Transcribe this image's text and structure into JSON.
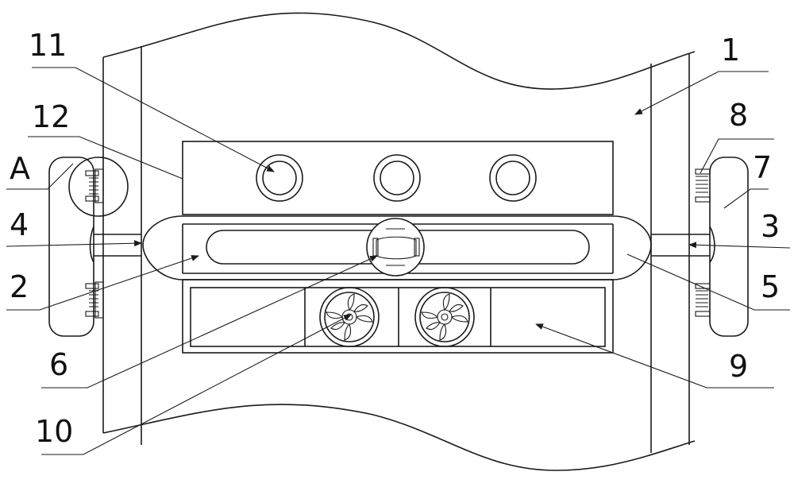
{
  "diagram": {
    "labels": {
      "l1": "1",
      "l2": "2",
      "l3": "3",
      "l4": "4",
      "l5": "5",
      "l6": "6",
      "l7": "7",
      "l8": "8",
      "l9": "9",
      "l10": "10",
      "l11": "11",
      "l12": "12",
      "lA": "A"
    }
  }
}
